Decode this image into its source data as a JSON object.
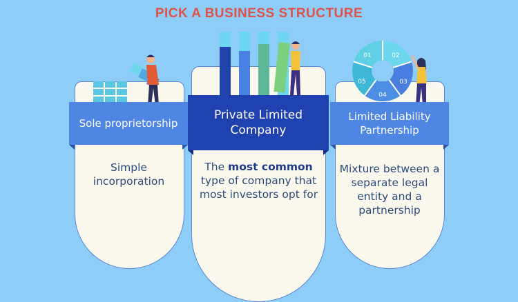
{
  "title": "PICK A BUSINESS STRUCTURE",
  "cards": [
    {
      "heading": "Sole proprietorship",
      "text": "Simple incorporation"
    },
    {
      "heading_line1": "Private Limited",
      "heading_line2": "Company",
      "text_pre": "The ",
      "text_bold": "most common",
      "text_post": " type of company that most investors opt for"
    },
    {
      "heading_line1": "Limited Liability",
      "heading_line2": "Partnership",
      "text": "Mixture between a separate legal entity and a partnership"
    }
  ],
  "wheel": {
    "segments": [
      "01",
      "02",
      "03",
      "04",
      "05"
    ]
  },
  "colors": {
    "background": "#8ecdf7",
    "title": "#e0514a",
    "band_dark": "#2042b1",
    "band_light": "#4f86e3",
    "card": "#fbf9ee"
  }
}
